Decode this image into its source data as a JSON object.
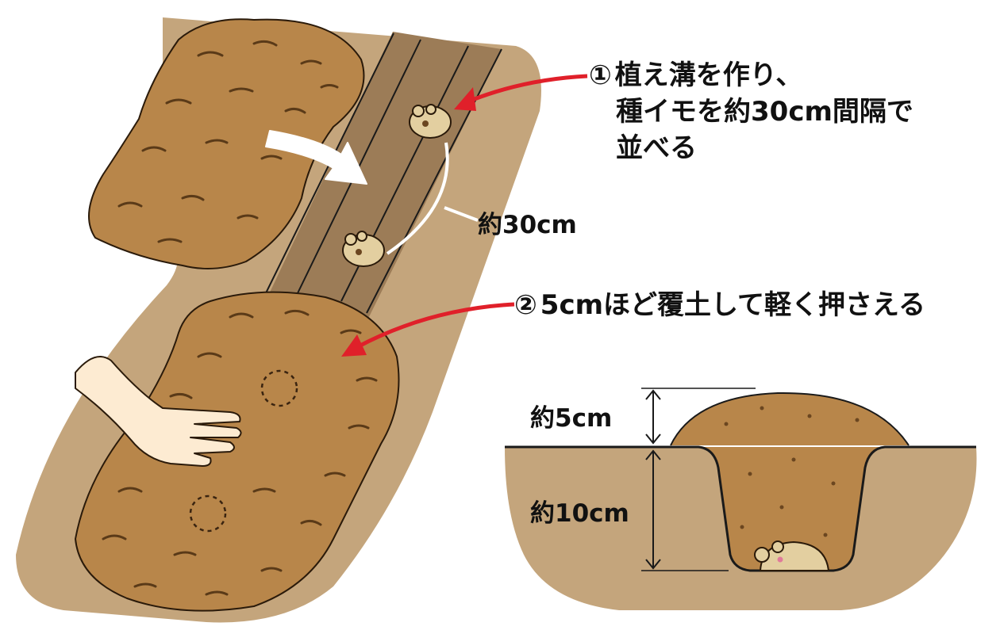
{
  "step1": {
    "number": "①",
    "lines": [
      "植え溝を作り、",
      "種イモを約30cm間隔で",
      "並べる"
    ]
  },
  "step2": {
    "number": "②",
    "text": "5cmほど覆土して軽く押さえる"
  },
  "spacing_label": "約30cm",
  "cross_section": {
    "cover_depth_label": "約5cm",
    "trench_depth_label": "約10cm"
  },
  "colors": {
    "field": "#c4a57c",
    "trench": "#9c7c57",
    "soil": "#b8864a",
    "soil_dark": "#6b4620",
    "seed_potato": "#e3cfa0",
    "arrow_red": "#e0202a",
    "hand": "#fdebd2"
  },
  "icons": [
    "seed-potato-icon",
    "hand-icon",
    "red-arrow-icon",
    "white-arrow-icon"
  ]
}
